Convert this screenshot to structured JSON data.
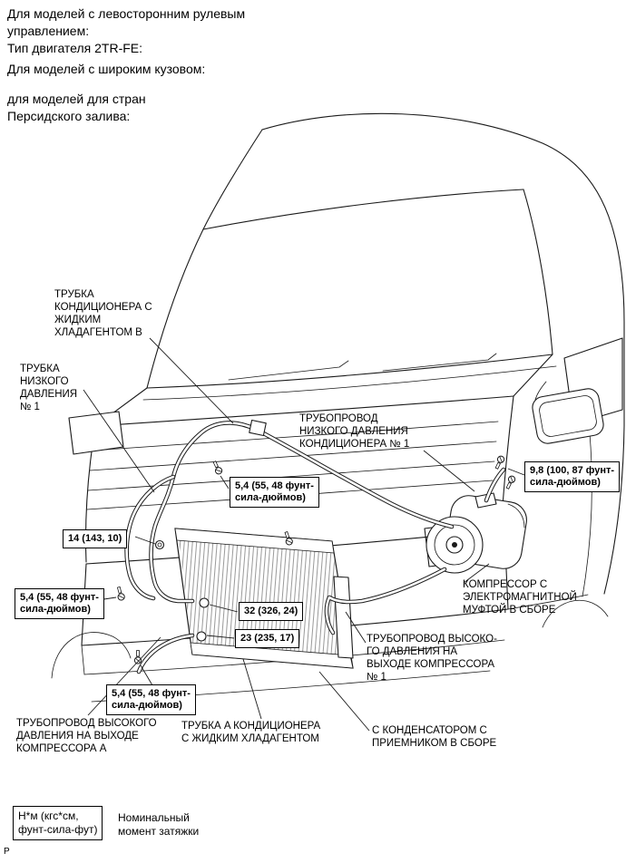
{
  "page": {
    "corner_mark": "P"
  },
  "header": {
    "lhd": "Для моделей с левосторонним рулевым\nуправлением:",
    "engine": "Тип двигателя 2TR-FE:",
    "wide_body": "Для моделей с широким кузовом:",
    "gulf": "для моделей для стран\nПерсидского залива:"
  },
  "diagram": {
    "part_labels": [
      {
        "id": "tube-b",
        "text": "ТРУБКА\nКОНДИЦИОНЕРА С\nЖИДКИМ\nХЛАДАГЕНТОМ B"
      },
      {
        "id": "low-pressure-tube-1",
        "text": "ТРУБКА\nНИЗКОГО\nДАВЛЕНИЯ\n№ 1"
      },
      {
        "id": "low-pressure-pipe-1",
        "text": "ТРУБОПРОВОД\nНИЗКОГО ДАВЛЕНИЯ\nКОНДИЦИОНЕРА № 1"
      },
      {
        "id": "compressor",
        "text": "КОМПРЕССОР С\nЭЛЕКТРОМАГНИТНОЙ\nМУФТОЙ В СБОРЕ"
      },
      {
        "id": "high-pressure-pipe-1",
        "text": "ТРУБОПРОВОД ВЫСОКО-\nГО ДАВЛЕНИЯ НА\nВЫХОДЕ КОМПРЕССОРА\n№ 1"
      },
      {
        "id": "high-pressure-pipe-a",
        "text": "ТРУБОПРОВОД ВЫСОКОГО\nДАВЛЕНИЯ НА ВЫХОДЕ\nКОМПРЕССОРА A"
      },
      {
        "id": "tube-a",
        "text": "ТРУБКА A КОНДИЦИОНЕРА\nС ЖИДКИМ ХЛАДАГЕНТОМ"
      },
      {
        "id": "condenser",
        "text": "С КОНДЕНСАТОРОМ С\nПРИЕМНИКОМ В СБОРЕ"
      }
    ],
    "torque_specs": [
      {
        "id": "bolt-98",
        "text": "9,8 (100, 87 фунт-\nсила-дюймов)"
      },
      {
        "id": "bolt-54-upper",
        "text": "5,4 (55, 48 фунт-\nсила-дюймов)"
      },
      {
        "id": "nut-14",
        "text": "14 (143, 10)"
      },
      {
        "id": "bolt-54-left",
        "text": "5,4 (55, 48 фунт-\nсила-дюймов)"
      },
      {
        "id": "fitting-32",
        "text": "32 (326, 24)"
      },
      {
        "id": "fitting-23",
        "text": "23 (235, 17)"
      },
      {
        "id": "bolt-54-lower",
        "text": "5,4 (55, 48 фунт-\nсила-дюймов)"
      }
    ]
  },
  "legend": {
    "unit": "Н*м (кгс*см,\nфунт-сила-фут)",
    "description": "Номинальный\nмомент затяжки"
  }
}
